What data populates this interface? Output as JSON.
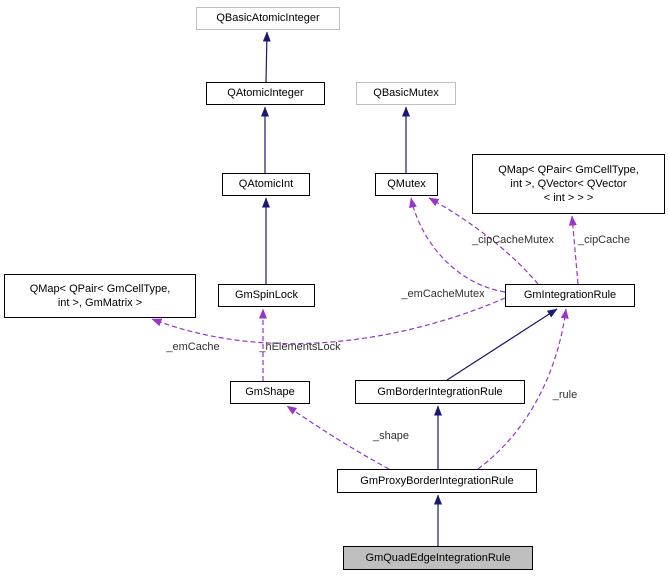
{
  "diagram_type": "class-collaboration-graph",
  "colors": {
    "inheritance_edge": "#191970",
    "usage_edge": "#9a32cd",
    "node_border": "#000000",
    "external_node_border": "#bfbfbf",
    "current_node_fill": "#bfbfbf"
  },
  "nodes": {
    "qbasicatomicinteger": {
      "label": "QBasicAtomicInteger"
    },
    "qatomicinteger": {
      "label": "QAtomicInteger"
    },
    "qbasicmutex": {
      "label": "QBasicMutex"
    },
    "qatomicint": {
      "label": "QAtomicInt"
    },
    "qmutex": {
      "label": "QMutex"
    },
    "qmap_vector": {
      "label": "QMap< QPair< GmCellType,\nint >, QVector< QVector\n< int > > >"
    },
    "qmap_matrix": {
      "label": "QMap< QPair< GmCellType,\nint >, GmMatrix >"
    },
    "gmspinlock": {
      "label": "GmSpinLock"
    },
    "gmintegrationrule": {
      "label": "GmIntegrationRule"
    },
    "gmshape": {
      "label": "GmShape"
    },
    "gmborderintegrationrule": {
      "label": "GmBorderIntegrationRule"
    },
    "gmproxyborderintegrationrule": {
      "label": "GmProxyBorderIntegrationRule"
    },
    "gmquadedgeintegrationrule": {
      "label": "GmQuadEdgeIntegrationRule"
    }
  },
  "edge_labels": {
    "emCache": "_emCache",
    "hElementsLock": "_hElementsLock",
    "emCacheMutex": "_emCacheMutex",
    "cipCacheMutex": "_cipCacheMutex",
    "cipCache": "_cipCache",
    "shape": "_shape",
    "rule": "_rule"
  }
}
